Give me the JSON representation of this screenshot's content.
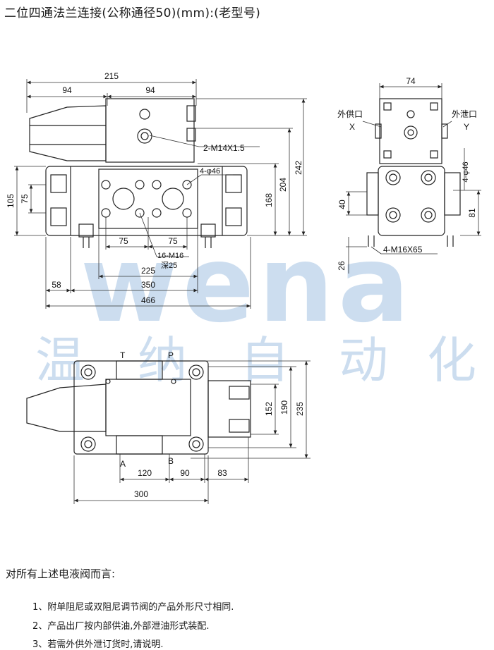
{
  "title": "二位四通法兰连接(公称通径50)(mm):(老型号)",
  "watermark": {
    "latin": "wena",
    "chinese": [
      "温",
      "纳",
      "自",
      "动",
      "化"
    ],
    "color": "#8fb6dd"
  },
  "front_view": {
    "dims_top": {
      "overall": "215",
      "left": "94",
      "right": "94"
    },
    "thread_label": "2-M14X1.5",
    "dims_right": {
      "h242": "242",
      "h204": "204",
      "h168": "168"
    },
    "dims_left": {
      "h105": "105",
      "h75": "75"
    },
    "hole_label": "4-φ46",
    "dims_inner": {
      "left75": "75",
      "right75": "75"
    },
    "bolt_label": "16-M16",
    "depth_label": "深25",
    "dims_bottom": {
      "d225": "225",
      "d58": "58",
      "d350": "350",
      "d466": "466"
    }
  },
  "side_view": {
    "dim_top": "74",
    "port_x_label": "外供口",
    "port_x_letter": "X",
    "port_y_label": "外泄口",
    "port_y_letter": "Y",
    "hole_label": "4-φ46",
    "dim_40": "40",
    "dim_81": "81",
    "dim_26": "26",
    "bolt_label": "4-M16X65"
  },
  "top_view": {
    "port_t": "T",
    "port_p": "P",
    "port_a": "A",
    "port_b": "B",
    "dims_right": {
      "h152": "152",
      "h190": "190",
      "h235": "235"
    },
    "dims_bottom": {
      "d120": "120",
      "d90": "90",
      "d83": "83",
      "d300": "300"
    }
  },
  "notes": {
    "heading": "对所有上述电液阀而言:",
    "items": [
      "1、附单阻尼或双阻尼调节阀的产品外形尺寸相同.",
      "2、产品出厂按内部供油,外部泄油形式装配.",
      "3、若需外供外泄订货时,请说明."
    ]
  }
}
